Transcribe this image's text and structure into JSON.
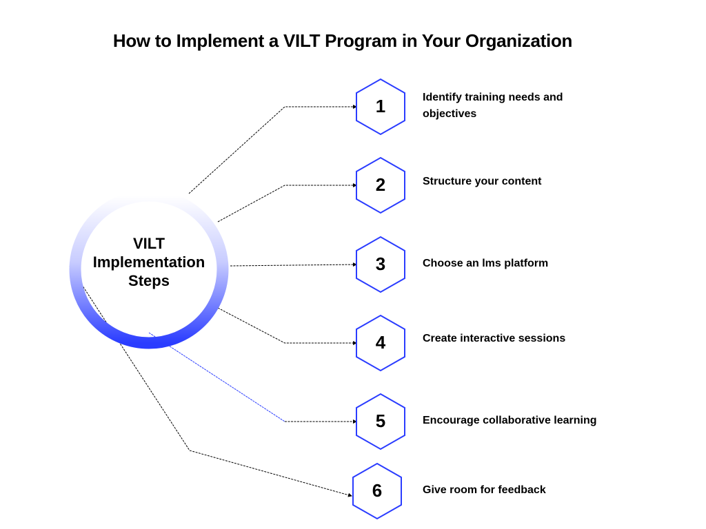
{
  "title": "How to Implement a VILT Program in Your Organization",
  "center": {
    "line1": "VILT",
    "line2": "Implementation",
    "line3": "Steps"
  },
  "colors": {
    "accent": "#2a3cff",
    "ring_light": "#f4f4ff",
    "connector": "#000000"
  },
  "steps": [
    {
      "num": "1",
      "label": "Identify training needs and objectives"
    },
    {
      "num": "2",
      "label": "Structure your content"
    },
    {
      "num": "3",
      "label": "Choose an lms platform"
    },
    {
      "num": "4",
      "label": "Create interactive sessions"
    },
    {
      "num": "5",
      "label": "Encourage collaborative learning"
    },
    {
      "num": "6",
      "label": "Give room for feedback"
    }
  ]
}
